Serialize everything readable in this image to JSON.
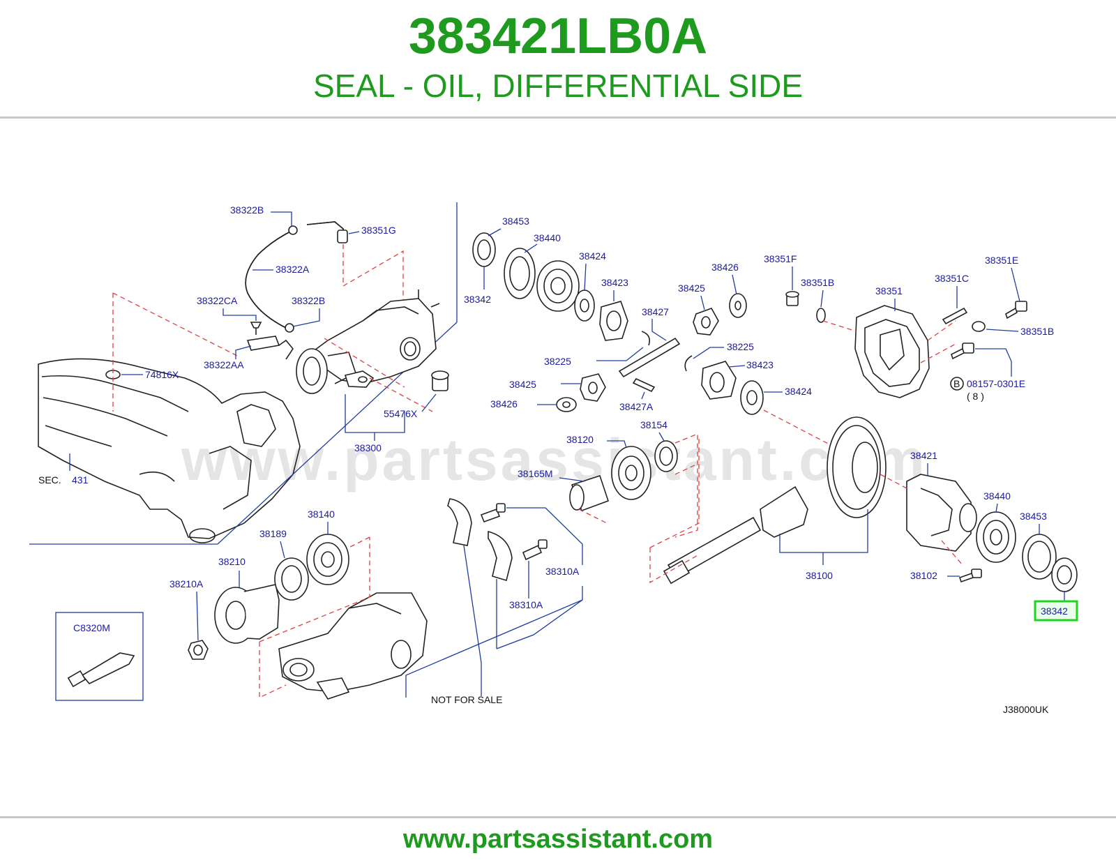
{
  "header": {
    "part_number": "383421LB0A",
    "description": "SEAL - OIL, DIFFERENTIAL SIDE"
  },
  "footer": {
    "url": "www.partsassistant.com"
  },
  "watermark": "www.partsassistant.com",
  "colors": {
    "brand_green": "#1e9a1e",
    "label_blue": "#1a1aa6",
    "leader_blue": "#1f3ca0",
    "dash_red": "#e04040",
    "highlight_green": "#1ed41e"
  },
  "diagram": {
    "code": "J38000UK",
    "not_for_sale": "NOT   FOR   SALE",
    "sec_label": "SEC.",
    "sec_number": "431",
    "callout_letter": "B",
    "callout_qty": "( 8 )",
    "highlighted": "38342",
    "labels": {
      "l38322B_a": "38322B",
      "l38351G": "38351G",
      "l38322A": "38322A",
      "l38322CA": "38322CA",
      "l38322B_b": "38322B",
      "l38322AA": "38322AA",
      "l74816X": "74816X",
      "l55476X": "55476X",
      "l38300": "38300",
      "l38342_top": "38342",
      "l38453_top": "38453",
      "l38440_top": "38440",
      "l38424_top": "38424",
      "l38423_top": "38423",
      "l38427": "38427",
      "l38426_top": "38426",
      "l38425_top": "38425",
      "l38225_a": "38225",
      "l38225_b": "38225",
      "l38423_mid": "38423",
      "l38425_bot": "38425",
      "l38426_bot": "38426",
      "l38427A": "38427A",
      "l38424_mid": "38424",
      "l38351F": "38351F",
      "l38351B_a": "38351B",
      "l38351": "38351",
      "l38351C": "38351C",
      "l38351E": "38351E",
      "l38351B_b": "38351B",
      "l08157": "08157-0301E",
      "l38154": "38154",
      "l38120": "38120",
      "l38165M": "38165M",
      "l38421": "38421",
      "l38440_bot": "38440",
      "l38453_bot": "38453",
      "l38102": "38102",
      "l38100": "38100",
      "l38140": "38140",
      "l38189": "38189",
      "l38210": "38210",
      "l38210A": "38210A",
      "l38310A_a": "38310A",
      "l38310A_b": "38310A",
      "lC8320M": "C8320M"
    }
  }
}
